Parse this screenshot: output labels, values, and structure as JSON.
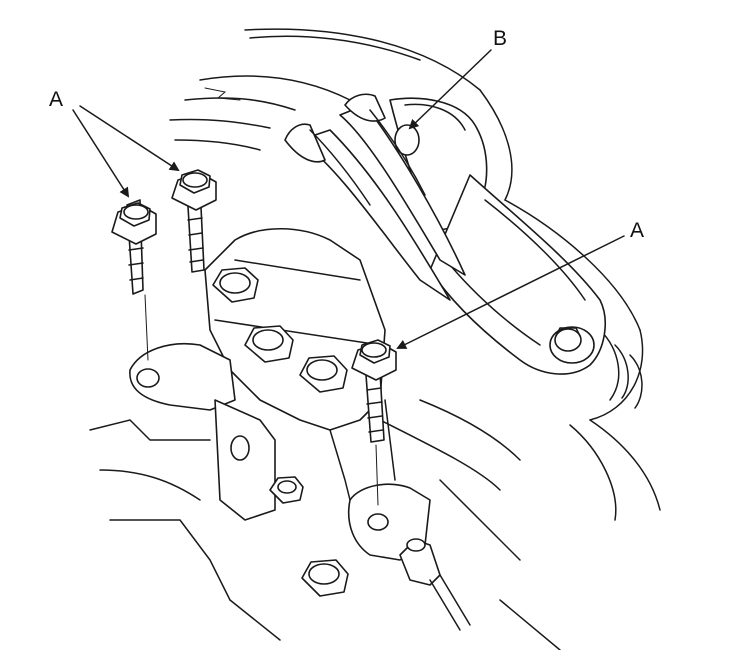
{
  "labels": {
    "a_left": "A",
    "a_right": "A",
    "b": "B"
  },
  "colors": {
    "line": "#1a1a1a",
    "background": "#ffffff"
  }
}
